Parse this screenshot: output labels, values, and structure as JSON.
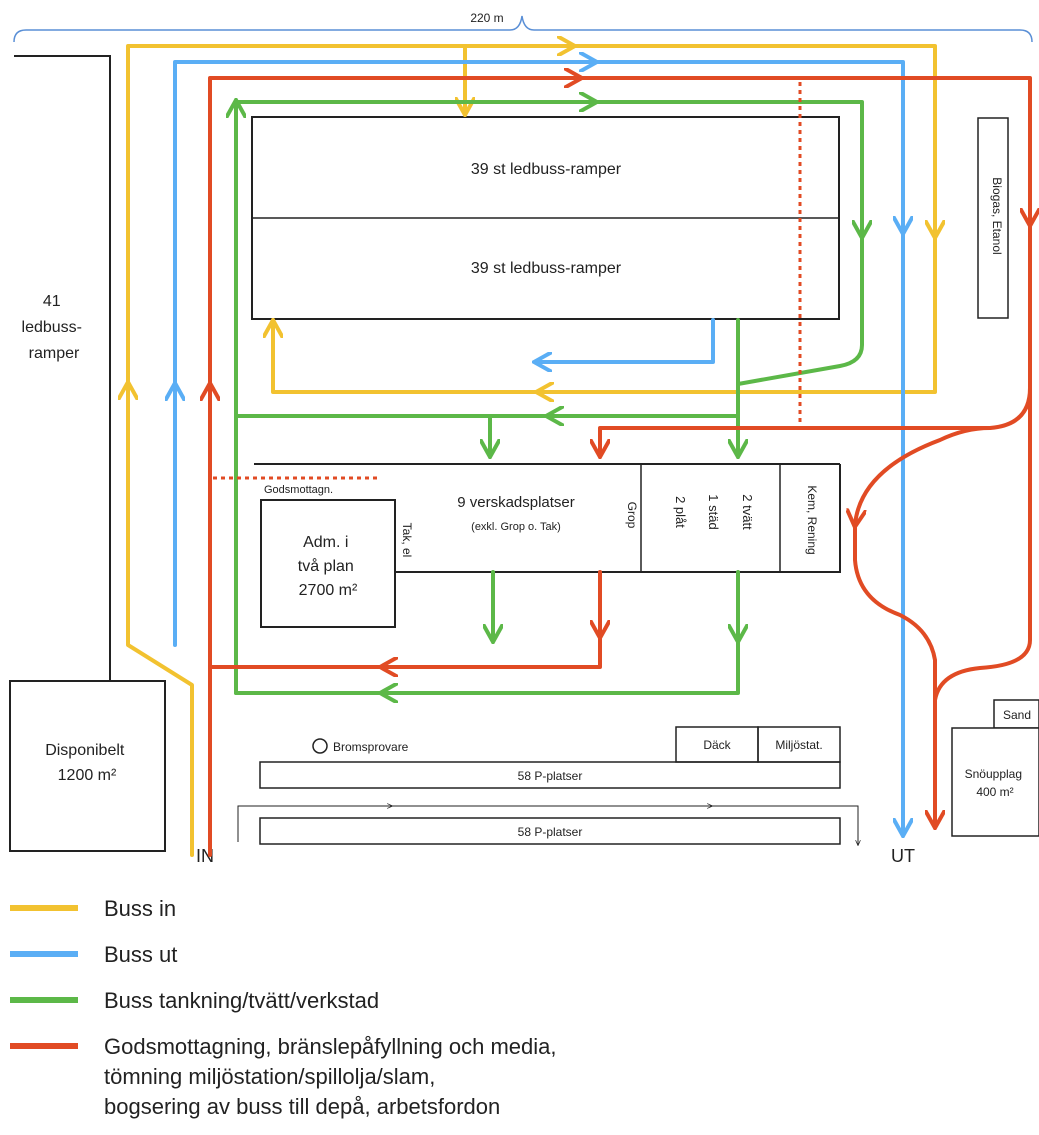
{
  "colors": {
    "yellow": "#f2c230",
    "blue": "#5aaef5",
    "green": "#5cb848",
    "red": "#e14b24",
    "outline": "#222222"
  },
  "dimension": {
    "width_label": "220 m"
  },
  "areas": {
    "left_ramps": "41\nledbuss-\nramper",
    "ramps_top": "39 st ledbuss-ramper",
    "ramps_bottom": "39 st ledbuss-ramper",
    "biogas": "Biogas, Etanol",
    "godsmottagn": "Godsmottagn.",
    "adm": "Adm. i\ntvå plan\n2700 m²",
    "tak_el": "Tak, el",
    "verkstad": "9 verskadsplatser",
    "verkstad_sub": "(exkl. Grop o. Tak)",
    "grop": "Grop",
    "plat": "2 plåt",
    "stad": "1 städ",
    "tvatt": "2 tvätt",
    "kem": "Kem, Rening",
    "disponibelt": "Disponibelt\n1200 m²",
    "bromsprovare": "Bromsprovare",
    "dack": "Däck",
    "miljostat": "Miljöstat.",
    "p_platser_1": "58 P-platser",
    "p_platser_2": "58 P-platser",
    "sand": "Sand",
    "snoupplag": "Snöupplag\n400 m²",
    "in": "IN",
    "ut": "UT"
  },
  "legend": [
    {
      "color": "#f2c230",
      "label": "Buss in"
    },
    {
      "color": "#5aaef5",
      "label": "Buss ut"
    },
    {
      "color": "#5cb848",
      "label": "Buss tankning/tvätt/verkstad"
    },
    {
      "color": "#e14b24",
      "label": "Godsmottagning, bränslepåfyllning och media,\ntömning miljöstation/spillolja/slam,\nbogsering av buss till depå, arbetsfordon"
    }
  ]
}
